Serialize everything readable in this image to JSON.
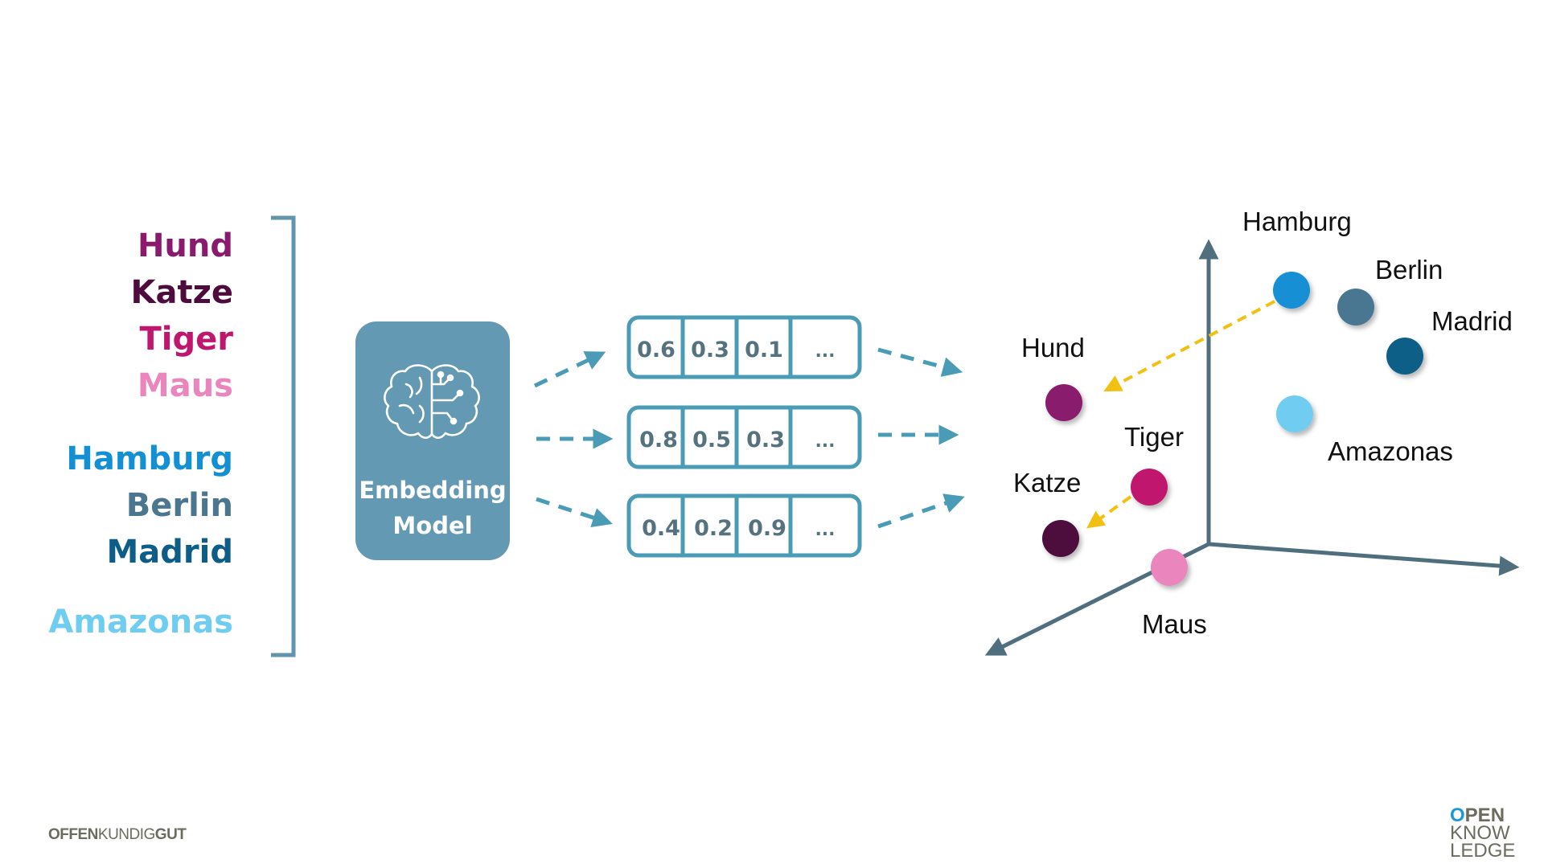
{
  "colors": {
    "teal": "#4a9bb6",
    "teal_box": "#6399b3",
    "axis": "#4f6f7e",
    "similarity_arrow": "#f2c010",
    "hund": "#8a1a6e",
    "katze": "#4d0c3c",
    "tiger": "#c0176e",
    "maus": "#ea86bd",
    "hamburg": "#138fd4",
    "berlin": "#4a7690",
    "madrid": "#0c5e88",
    "amazonas": "#6fcdf1"
  },
  "words": [
    {
      "id": "hund",
      "text": "Hund",
      "color": "#8a1a6e"
    },
    {
      "id": "katze",
      "text": "Katze",
      "color": "#4d0c3c"
    },
    {
      "id": "tiger",
      "text": "Tiger",
      "color": "#c0176e"
    },
    {
      "id": "maus",
      "text": "Maus",
      "color": "#ea86bd"
    },
    {
      "id": "hamburg",
      "text": "Hamburg",
      "color": "#138fd4"
    },
    {
      "id": "berlin",
      "text": "Berlin",
      "color": "#4a7690"
    },
    {
      "id": "madrid",
      "text": "Madrid",
      "color": "#0c5e88"
    },
    {
      "id": "amazonas",
      "text": "Amazonas",
      "color": "#6fcdf1"
    }
  ],
  "model": {
    "label_line1": "Embedding",
    "label_line2": "Model",
    "icon": "brain-circuit-icon"
  },
  "vectors": [
    [
      "0.6",
      "0.3",
      "0.1",
      "..."
    ],
    [
      "0.8",
      "0.5",
      "0.3",
      "..."
    ],
    [
      "0.4",
      "0.2",
      "0.9",
      "..."
    ]
  ],
  "space_points": [
    {
      "id": "hamburg",
      "label": "Hamburg",
      "color": "#138fd4"
    },
    {
      "id": "berlin",
      "label": "Berlin",
      "color": "#4a7690"
    },
    {
      "id": "madrid",
      "label": "Madrid",
      "color": "#0c5e88"
    },
    {
      "id": "amazonas",
      "label": "Amazonas",
      "color": "#6fcdf1"
    },
    {
      "id": "hund",
      "label": "Hund",
      "color": "#8a1a6e"
    },
    {
      "id": "tiger",
      "label": "Tiger",
      "color": "#c0176e"
    },
    {
      "id": "katze",
      "label": "Katze",
      "color": "#4d0c3c"
    },
    {
      "id": "maus",
      "label": "Maus",
      "color": "#ea86bd"
    }
  ],
  "footer": {
    "left_bold": "OFFEN",
    "left_mid": "KUNDIG",
    "left_end": "GUT",
    "right_o": "O",
    "right_l1": "PEN",
    "right_l2": "KNOW",
    "right_l3": "LEDGE"
  }
}
